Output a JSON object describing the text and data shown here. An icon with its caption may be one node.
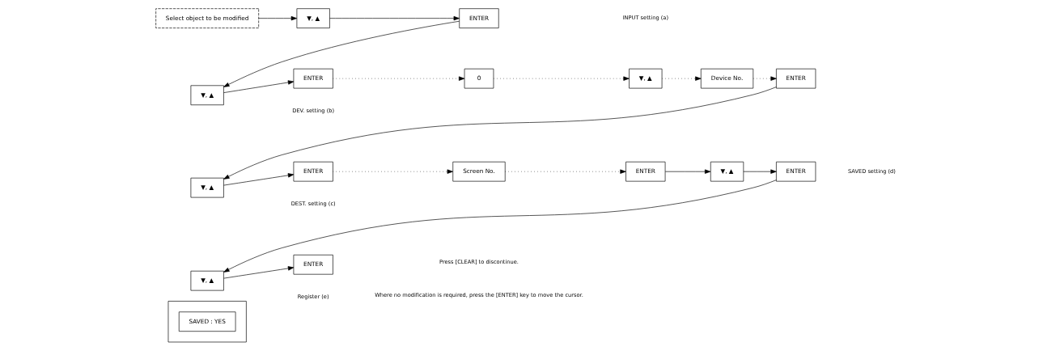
{
  "diagram": {
    "nodes": [
      {
        "text": [],
        "shape": "box"
      },
      {
        "text": [
          "SAVED : YES"
        ],
        "in": 0
      },
      {
        "text": [
          "Select object to be modified"
        ]
      },
      {
        "text": [
          "▼, ▲"
        ]
      },
      {
        "text": [
          "ENTER"
        ]
      },
      {
        "text": [
          "▼, ▲"
        ]
      },
      {
        "text": [
          "ENTER"
        ]
      },
      {
        "text": [
          "0"
        ]
      },
      {
        "text": [
          "▼, ▲"
        ]
      },
      {
        "text": [
          "Device No."
        ]
      },
      {
        "text": [
          "ENTER"
        ]
      },
      {
        "text": [
          "▼, ▲"
        ]
      },
      {
        "text": [
          "ENTER"
        ]
      },
      {
        "text": [
          "Screen No."
        ]
      },
      {
        "text": [
          "ENTER"
        ]
      },
      {
        "text": [
          "▼, ▲"
        ]
      },
      {
        "text": [
          "ENTER"
        ]
      },
      {
        "text": [
          "▼, ▲"
        ]
      },
      {
        "text": [
          "ENTER"
        ]
      }
    ],
    "edges": [
      {
        "from": 2,
        "to": 3,
        "arrow": "to"
      },
      {
        "from": 3,
        "to": 4,
        "arrow": "to"
      },
      {
        "from": 4,
        "to": 5,
        "arrow": "to"
      },
      {
        "from": 5,
        "to": 6,
        "arrow": "to"
      },
      {
        "from": 6,
        "to": 7,
        "arrow": "to",
        "style": "dashed"
      },
      {
        "from": 7,
        "to": 8,
        "arrow": "to",
        "style": "dashed"
      },
      {
        "from": 8,
        "to": 9,
        "arrow": "to",
        "style": "dashed"
      },
      {
        "from": 9,
        "to": 10,
        "arrow": "to",
        "style": "dashed"
      },
      {
        "from": 10,
        "to": 11,
        "arrow": "to"
      },
      {
        "from": 11,
        "to": 12,
        "arrow": "to"
      },
      {
        "from": 12,
        "to": 13,
        "arrow": "to",
        "style": "dashed"
      },
      {
        "from": 13,
        "to": 14,
        "arrow": "to",
        "style": "dashed"
      },
      {
        "from": 14,
        "to": 15,
        "arrow": "to"
      },
      {
        "from": 15,
        "to": 16,
        "arrow": "to"
      },
      {
        "from": 16,
        "to": 17,
        "arrow": "to"
      },
      {
        "from": 17,
        "to": 18,
        "arrow": "to"
      }
    ],
    "labels": [
      "INPUT setting (a)",
      "DEV. setting (b)",
      "DEST. setting (c)",
      "SAVED setting (d)",
      "Register (e)",
      "Press [CLEAR] to discontinue.",
      "Where no modification is required, press the [ENTER] key to move the cursor."
    ]
  }
}
